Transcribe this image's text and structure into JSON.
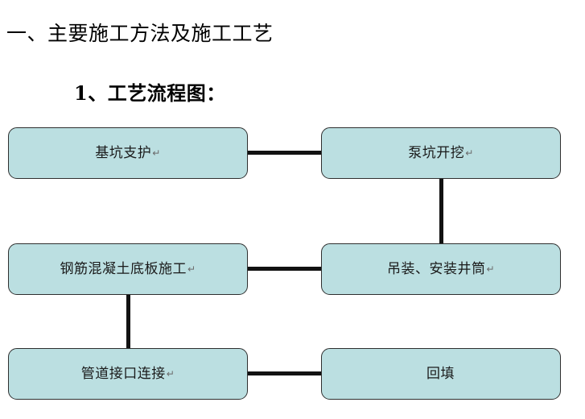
{
  "document": {
    "title": "一、主要施工方法及施工工艺",
    "subtitle": "1、工艺流程图："
  },
  "flowchart": {
    "type": "process-flow",
    "fill_color": "#bbdfe1",
    "border_color": "#2f2f2f",
    "connector_color": "#121212",
    "pilcrow_glyph": "↵",
    "nodes": [
      {
        "id": "n1",
        "label": "基坑支护",
        "pilcrow": "↵",
        "row": 1,
        "column": "left"
      },
      {
        "id": "n2",
        "label": "泵坑开挖",
        "pilcrow": "↵",
        "row": 1,
        "column": "right"
      },
      {
        "id": "n3",
        "label": "钢筋混凝土底板施工",
        "pilcrow": "↵",
        "row": 2,
        "column": "left"
      },
      {
        "id": "n4",
        "label": "吊装、安装井筒",
        "pilcrow": "↵",
        "row": 2,
        "column": "right"
      },
      {
        "id": "n5",
        "label": "管道接口连接",
        "pilcrow": "↵",
        "row": 3,
        "column": "left"
      },
      {
        "id": "n6",
        "label": "回填",
        "pilcrow": "",
        "row": 3,
        "column": "right"
      }
    ],
    "edges": [
      {
        "from": "n1",
        "to": "n2",
        "orientation": "horizontal"
      },
      {
        "from": "n2",
        "to": "n4",
        "orientation": "vertical"
      },
      {
        "from": "n4",
        "to": "n3",
        "orientation": "horizontal"
      },
      {
        "from": "n3",
        "to": "n5",
        "orientation": "vertical"
      },
      {
        "from": "n5",
        "to": "n6",
        "orientation": "horizontal"
      }
    ]
  }
}
